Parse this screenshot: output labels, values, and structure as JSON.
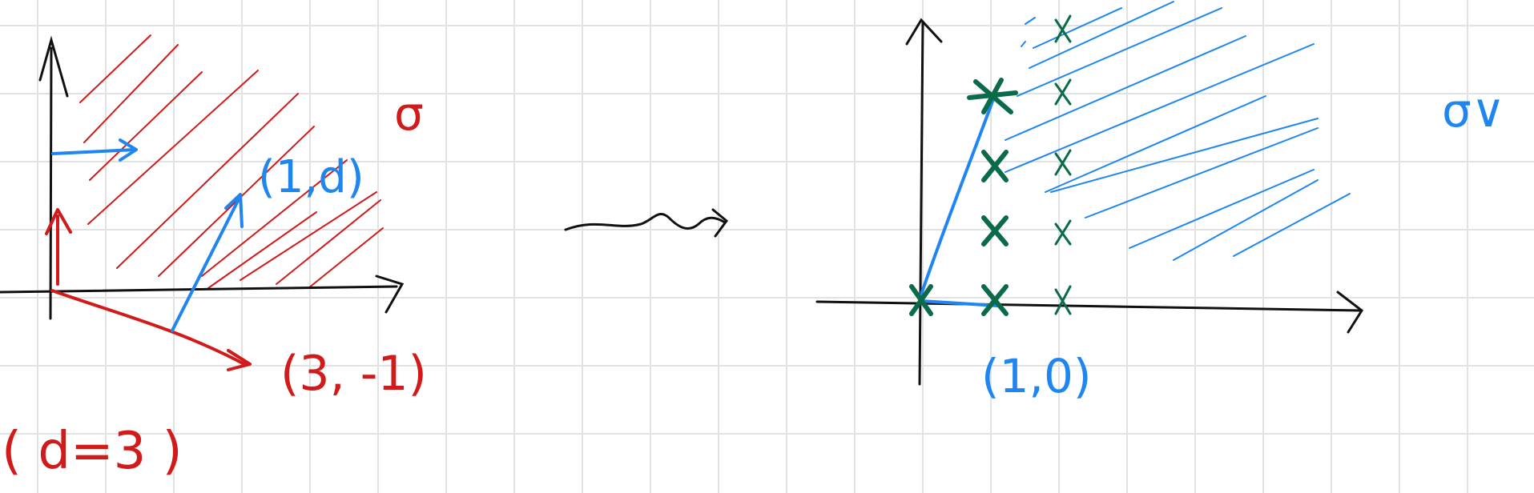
{
  "colors": {
    "grid": "#e2e2e2",
    "ink": "#111111",
    "red": "#d11a1a",
    "blue": "#1f86f0",
    "green": "#0b6b48"
  },
  "left_panel": {
    "cone_label": "σ",
    "vector_label_blue": "(1,d)",
    "vector_label_red": "(3, -1)",
    "parameter_note": "( d=3 )"
  },
  "right_panel": {
    "dual_cone_label": "σ∨",
    "vector_label": "(1,0)"
  },
  "transition_arrow": "squiggle-arrow-icon"
}
